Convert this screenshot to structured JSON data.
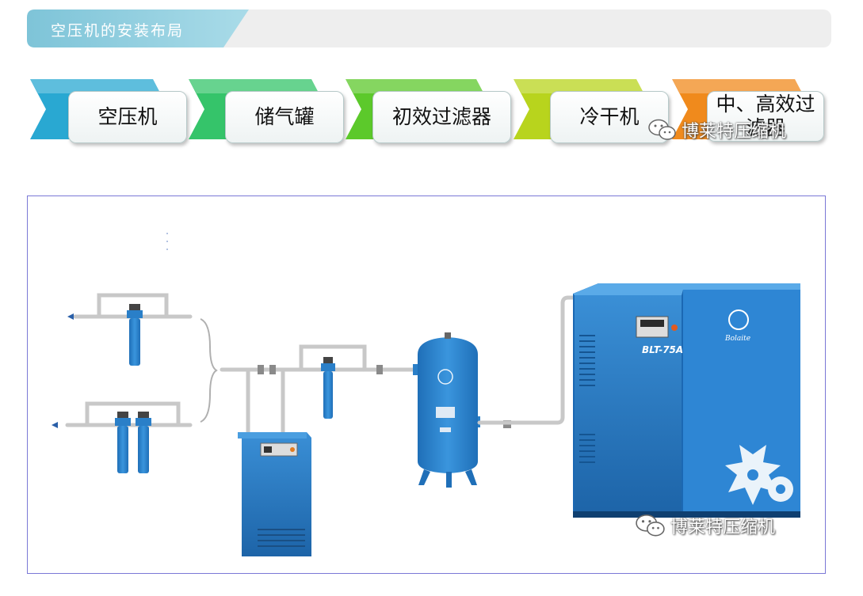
{
  "header": {
    "title": "空压机的安装布局"
  },
  "steps": [
    {
      "label": "空压机",
      "color": "#29a8d2"
    },
    {
      "label": "储气罐",
      "color": "#35c46a"
    },
    {
      "label": "初效过滤器",
      "color": "#5cc92b"
    },
    {
      "label": "冷干机",
      "color": "#b8d41d"
    },
    {
      "label": "中、高效过滤器",
      "color": "#f08a1c"
    }
  ],
  "watermark": {
    "text": "博莱特压缩机"
  },
  "diagram": {
    "compressor_model": "BLT-75A",
    "brand_text": "Bolaite"
  },
  "colors": {
    "equipment_blue": "#2a7fc8",
    "pipe": "#c8c8c8",
    "frame_border": "#7a78d6"
  }
}
